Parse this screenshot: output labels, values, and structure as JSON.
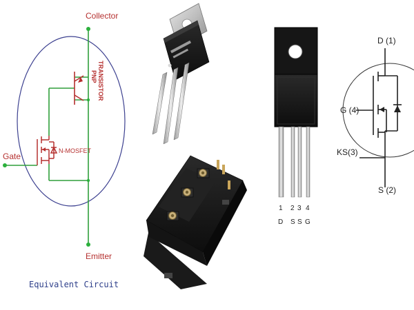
{
  "equivalent_circuit": {
    "collector_label": "Collector",
    "emitter_label": "Emitter",
    "gate_label": "Gate",
    "transistor_label_line1": "PNP",
    "transistor_label_line2": "TRANSISTOR",
    "mosfet_label": "N-MOSFET",
    "caption": "Equivalent Circuit",
    "colors": {
      "wire": "#2e9e3a",
      "symbol": "#b5302f",
      "enclosure": "#3b3f8f",
      "node": "#2bb03c",
      "caption": "#2e3f8a"
    }
  },
  "packages": {
    "to220": {
      "marking_line1": "",
      "marking_line2": ""
    },
    "module": {},
    "to247": {
      "pin_numbers": [
        "1",
        "2",
        "3",
        "4"
      ],
      "pin_names": [
        "D",
        "S",
        "S",
        "G"
      ]
    }
  },
  "sic_mosfet_symbol": {
    "drain_label": "D (1)",
    "gate_label": "G (4)",
    "kelvin_source_label": "KS(3)",
    "source_label": "S (2)"
  }
}
